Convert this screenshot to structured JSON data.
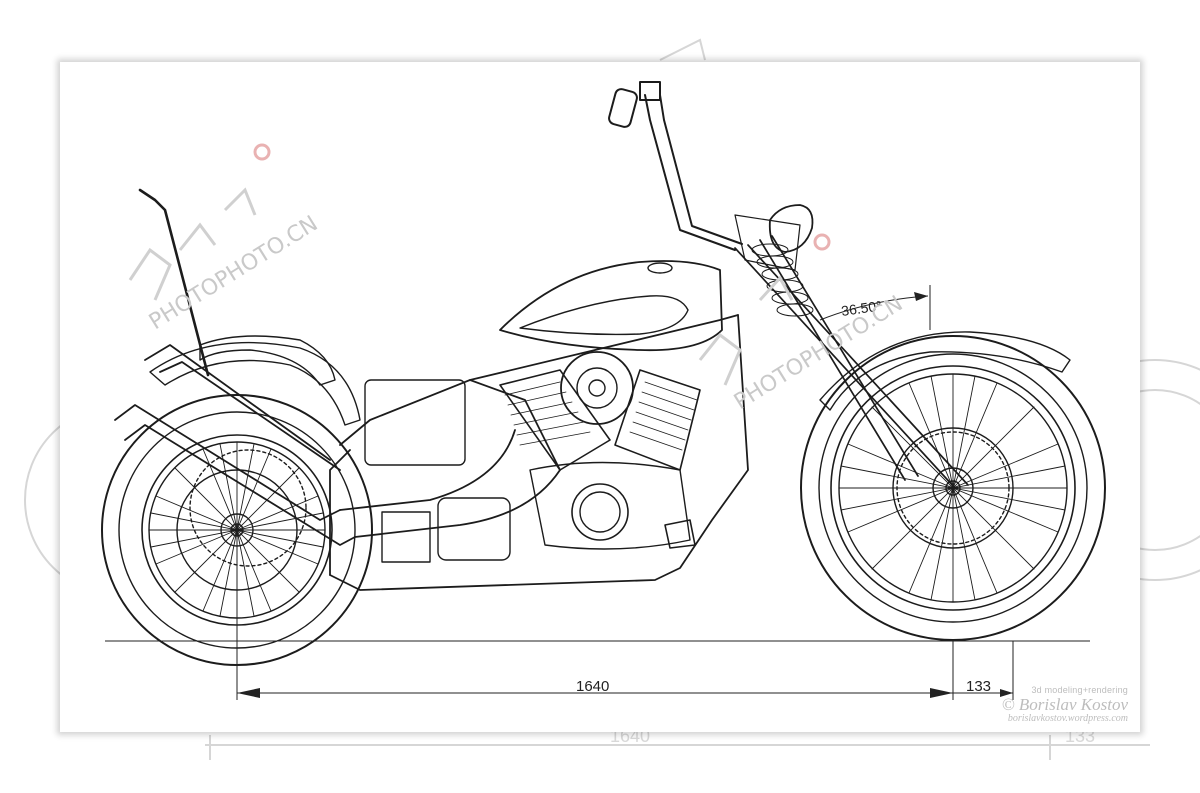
{
  "drawing": {
    "dimensions": {
      "wheelbase": "1640",
      "trail": "133",
      "rake_angle": "36.50°"
    },
    "credit": {
      "line1": "3d modeling+rendering",
      "line2": "© Borislav Kostov",
      "line3": "borislavkostov.wordpress.com"
    },
    "watermark": {
      "text": "PHOTOPHOTO.CN"
    },
    "background_ghost": {
      "wheelbase": "1640",
      "trail": "133"
    }
  }
}
